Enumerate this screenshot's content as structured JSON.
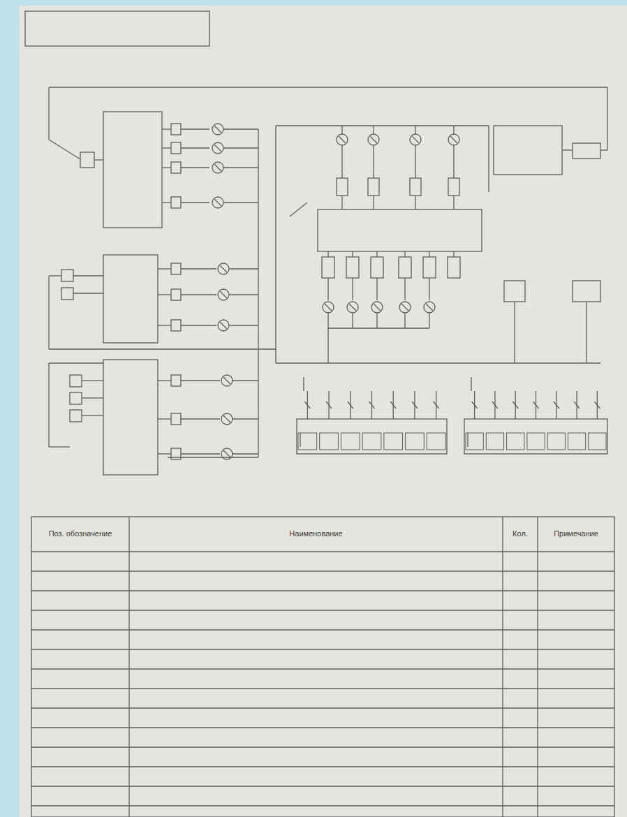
{
  "diagram": {
    "labels": [
      "Поз. обозначение",
      "Наименование",
      "Кол.",
      "Примечание"
    ]
  }
}
